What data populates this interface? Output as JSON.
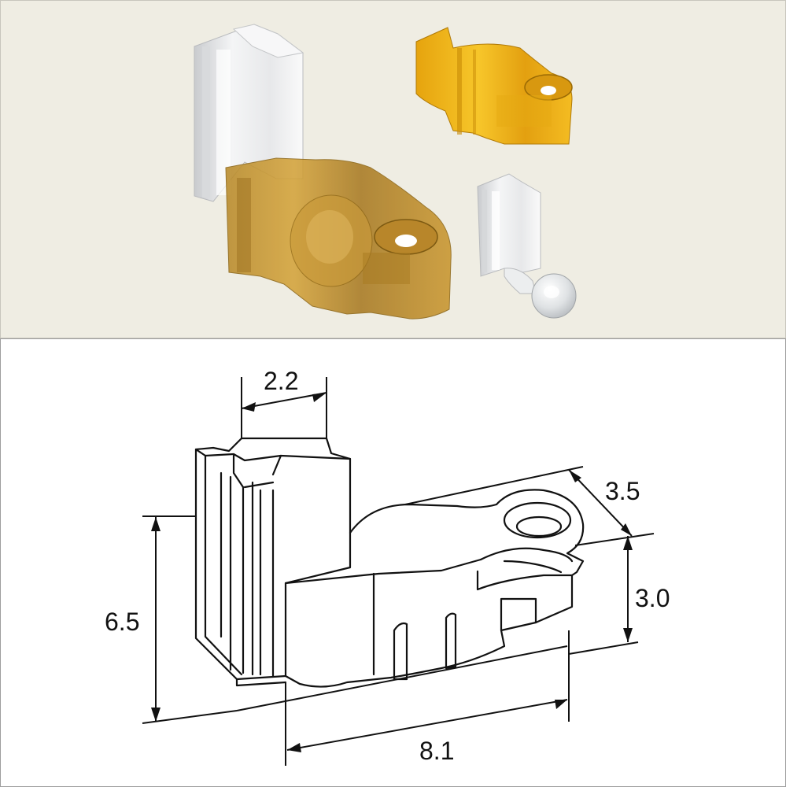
{
  "dimensions": {
    "width_top": "2.2",
    "depth": "3.5",
    "height_total": "6.5",
    "height_barrel": "3.0",
    "length": "8.1"
  },
  "colors": {
    "background_top": "#efede3",
    "amber": "#c8941c",
    "gold": "#f2b81a",
    "silver": "#e2e3e5",
    "line": "#111111"
  },
  "icons": [
    "terminal-assembly-render",
    "terminal-gold-render",
    "pin-with-ball-render",
    "terminal-line-drawing"
  ]
}
